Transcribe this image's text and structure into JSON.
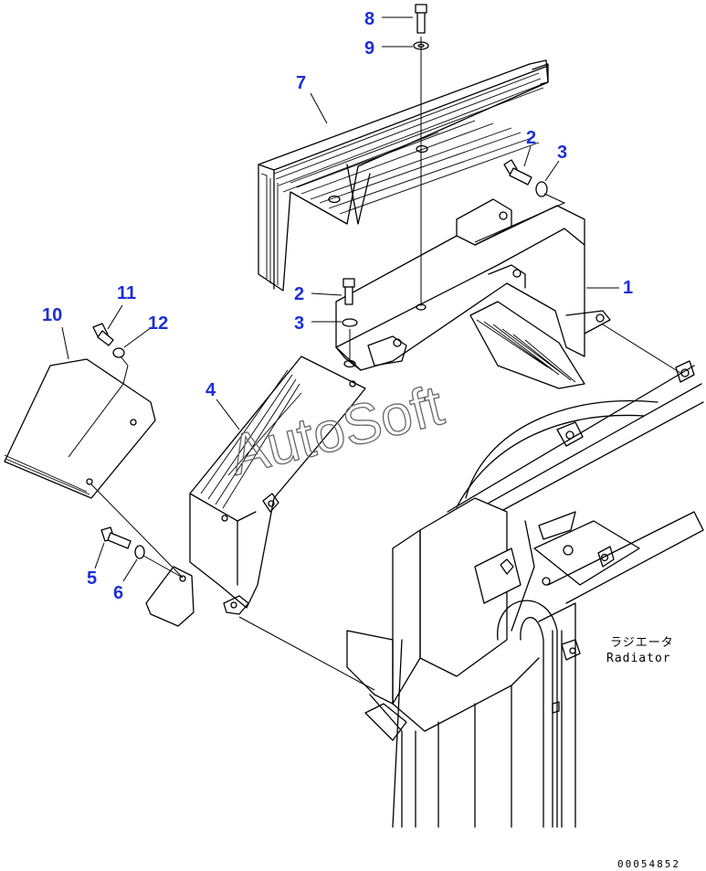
{
  "callouts": {
    "c1": "1",
    "c2a": "2",
    "c3a": "3",
    "c2b": "2",
    "c3b": "3",
    "c4": "4",
    "c5": "5",
    "c6": "6",
    "c7": "7",
    "c8": "8",
    "c9": "9",
    "c10": "10",
    "c11": "11",
    "c12": "12"
  },
  "labels": {
    "radiator_jp": "ラジエータ",
    "radiator_en": "Radiator",
    "drawing_code": "00054852",
    "watermark": "AutoSoft"
  },
  "colors": {
    "callout": "#1b2fd6",
    "line": "#000000",
    "watermark": "#666666"
  }
}
